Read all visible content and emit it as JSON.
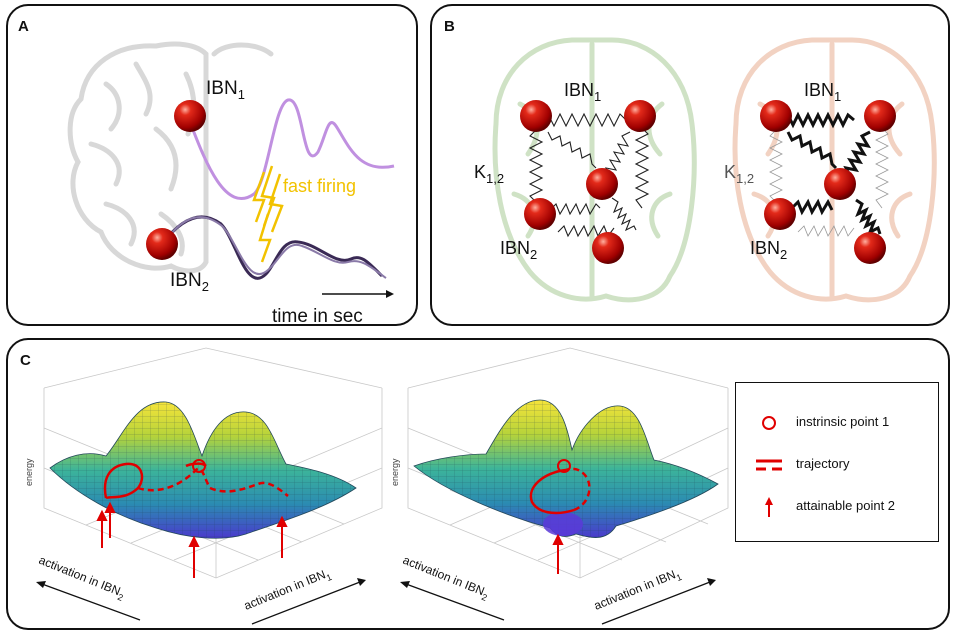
{
  "panels": {
    "a": {
      "label": "A",
      "node_top": "IBN",
      "node_top_sub": "1",
      "node_bottom": "IBN",
      "node_bottom_sub": "2",
      "firing_label": "fast firing",
      "time_label": "time in sec",
      "colors": {
        "trace_top": "#c090e0",
        "trace_bottom": "#3a2a55",
        "firing": "#f2c200"
      }
    },
    "b": {
      "label": "B",
      "left_net": {
        "node_top": "IBN",
        "node_top_sub": "1",
        "coupling": "K",
        "coupling_sub": "1,2",
        "node_bottom": "IBN",
        "node_bottom_sub": "2",
        "brain_color": "#cfe2c5"
      },
      "right_net": {
        "node_top": "IBN",
        "node_top_sub": "1",
        "coupling": "K",
        "coupling_sub": "1,2",
        "node_bottom": "IBN",
        "node_bottom_sub": "2",
        "brain_color": "#f2d2c2"
      }
    },
    "c": {
      "label": "C",
      "left_plot": {
        "z_axis": "energy",
        "x_axis": "activation in IBN",
        "x_axis_sub": "1",
        "y_axis": "activation in IBN",
        "y_axis_sub": "2"
      },
      "right_plot": {
        "z_axis": "energy",
        "x_axis": "activation in IBN",
        "x_axis_sub": "1",
        "y_axis": "activation in IBN",
        "y_axis_sub": "2"
      }
    }
  },
  "legend": {
    "items": [
      {
        "icon": "circle-icon",
        "label": "instrinsic point 1"
      },
      {
        "icon": "dashed-line-icon",
        "label": "trajectory"
      },
      {
        "icon": "arrow-up-icon",
        "label": "attainable point 2"
      }
    ],
    "color": "#e00000"
  }
}
